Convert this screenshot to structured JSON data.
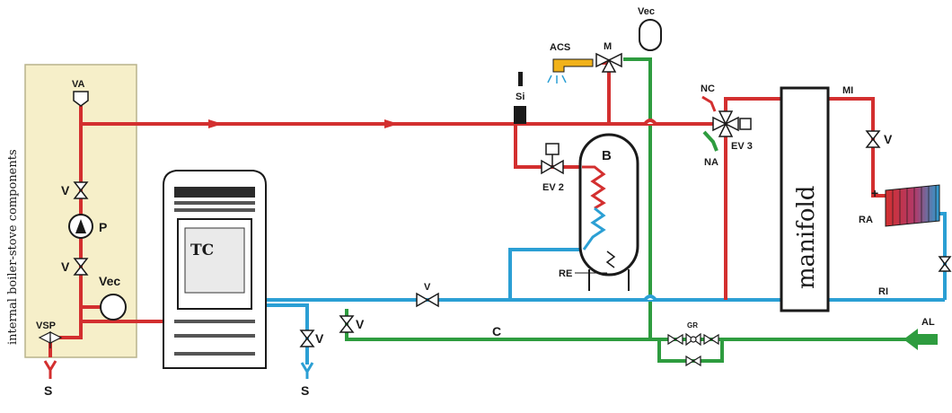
{
  "colors": {
    "hot": "#d32f2f",
    "cold": "#2b9fd4",
    "fill": "#2e9c3f",
    "panel": "#f6efc9",
    "panel_border": "#b9b38c",
    "ink": "#1a1a1a"
  },
  "panel": {
    "caption": "internal boiler-stove components"
  },
  "labels": {
    "va": "VA",
    "v_upper": "V",
    "p": "P",
    "v_lower": "V",
    "vec_left": "Vec",
    "vsp": "VSP",
    "s_left": "S",
    "tc": "TC",
    "s_mid": "S",
    "v_mid": "V",
    "v_green": "V",
    "v_pipe": "V",
    "c": "C",
    "si": "Si",
    "acs": "ACS",
    "m": "M",
    "vec_top": "Vec",
    "b": "B",
    "ev2": "EV 2",
    "re": "RE",
    "nc": "NC",
    "na": "NA",
    "ev3": "EV 3",
    "manifold": "manifold",
    "mi": "MI",
    "v_right": "V",
    "plus": "+",
    "ra": "RA",
    "ri": "RI",
    "gr": "GR",
    "al": "AL"
  }
}
